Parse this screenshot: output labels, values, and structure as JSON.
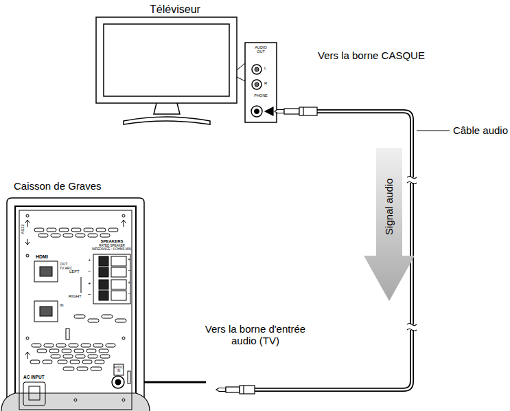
{
  "diagram": {
    "labels": [
      "Téléviseur",
      "AUDIO OUT",
      "L",
      "R",
      "PHONE",
      "Vers la borne CASQUE",
      "Câble audio",
      "Signal audio",
      "Caisson de Graves",
      "AS22",
      "SPEAKERS",
      "RATED SPEAKER IMPEDANCE : 4 OHMS MIN.",
      "HDMI",
      "OUT",
      "TV ARC",
      "IN",
      "LEFT",
      "RIGHT",
      "+",
      "−",
      "+",
      "−",
      "+",
      "−",
      "+",
      "−",
      "AUDIO IN",
      "AC INPUT",
      "Vers la borne d'entrée audio (TV)"
    ]
  }
}
